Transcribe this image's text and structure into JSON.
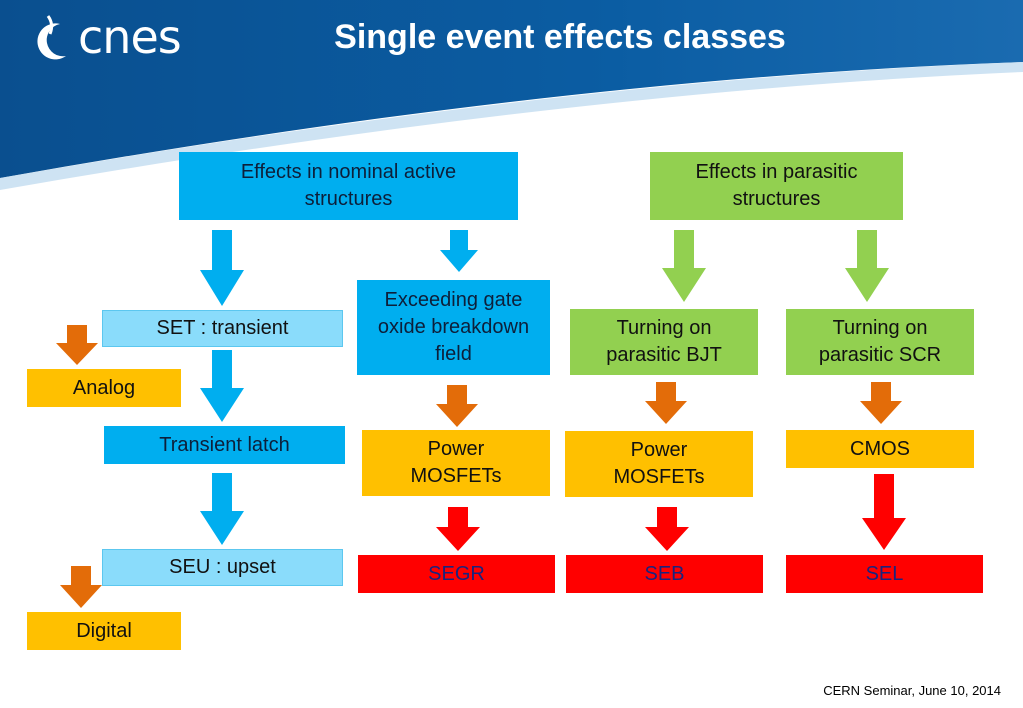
{
  "header": {
    "title": "Single event effects classes",
    "logo_text": "cnes"
  },
  "boxes": {
    "nominal": "Effects in nominal active structures",
    "parasitic": "Effects in parasitic structures",
    "set": "SET : transient",
    "analog": "Analog",
    "transient_latch": "Transient latch",
    "seu": "SEU : upset",
    "digital": "Digital",
    "gate_oxide": "Exceeding gate oxide breakdown field",
    "power_mosfets_1": "Power MOSFETs",
    "segr": "SEGR",
    "parasitic_bjt": "Turning on parasitic BJT",
    "power_mosfets_2": "Power MOSFETs",
    "seb": "SEB",
    "parasitic_scr": "Turning on parasitic SCR",
    "cmos": "CMOS",
    "sel": "SEL"
  },
  "footer": "CERN Seminar, June 10, 2014",
  "colors": {
    "header_blue": "#0a5a9c",
    "box_blue": "#00aeef",
    "box_light_blue": "#8adcfb",
    "box_green": "#92d050",
    "box_orange": "#ffc000",
    "box_red": "#ff0000",
    "arrow_orange": "#e36c09",
    "arrow_red": "#ff0000"
  }
}
